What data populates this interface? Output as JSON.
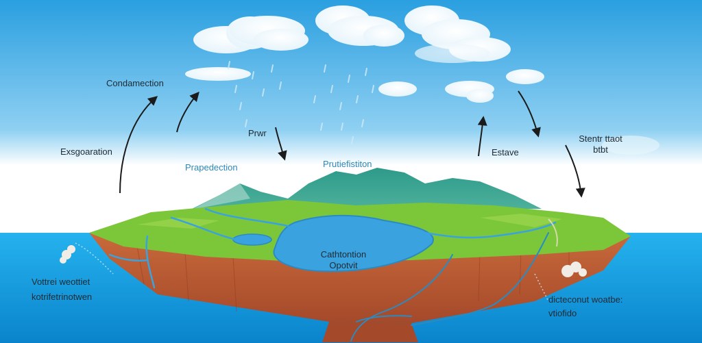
{
  "labels": {
    "condensation": "Condamection",
    "evaporation": "Exsgoaration",
    "prw": "Prwr",
    "precipitation_left": "Prapedection",
    "precipitation_center": "Prutiefistiton",
    "estave": "Estave",
    "stentr_line1": "Stentr ttaot",
    "stentr_line2": "btbt",
    "center_line1": "Cathtontion",
    "center_line2": "Opotvit",
    "left_bottom_line1": "Vottrei weottiet",
    "left_bottom_line2": "kotrifetrinotwen",
    "right_bottom_line1": "dicteconut woatbe:",
    "right_bottom_line2": "vtiofido"
  },
  "colors": {
    "sky_top": "#2a9fe0",
    "sky_bottom": "#ffffff",
    "sea": "#1aa3e0",
    "land_green": "#7cc63a",
    "soil": "#c9683a",
    "mountain": "#2e9a8a",
    "lake": "#3aa2de",
    "arrow": "#1b1b1b"
  },
  "icons": [
    "cloud-icon",
    "rain-icon",
    "arrow-icon",
    "mountain-icon",
    "lake-icon",
    "river-icon",
    "steam-icon"
  ]
}
